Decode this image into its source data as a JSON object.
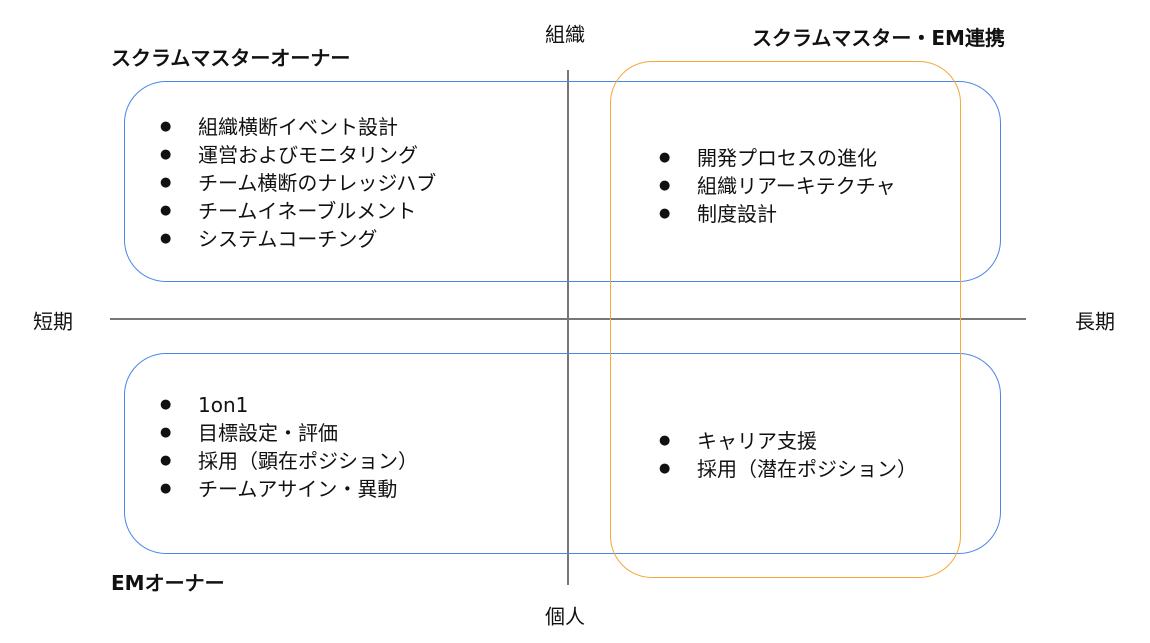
{
  "axes": {
    "top": "組織",
    "bottom": "個人",
    "left": "短期",
    "right": "長期"
  },
  "titles": {
    "sm_owner": "スクラムマスターオーナー",
    "sm_em": "スクラムマスター・EM連携",
    "em_owner": "EMオーナー"
  },
  "quadrants": {
    "top_left": [
      "組織横断イベント設計",
      "運営およびモニタリング",
      "チーム横断のナレッジハブ",
      "チームイネーブルメント",
      "システムコーチング"
    ],
    "top_right": [
      "開発プロセスの進化",
      "組織リアーキテクチャ",
      "制度設計"
    ],
    "bottom_left": [
      "1on1",
      "目標設定・評価",
      "採用（顕在ポジション）",
      "チームアサイン・異動"
    ],
    "bottom_right": [
      "キャリア支援",
      "採用（潜在ポジション）"
    ]
  },
  "colors": {
    "blue": "#4a86e8",
    "orange": "#f6a738"
  }
}
